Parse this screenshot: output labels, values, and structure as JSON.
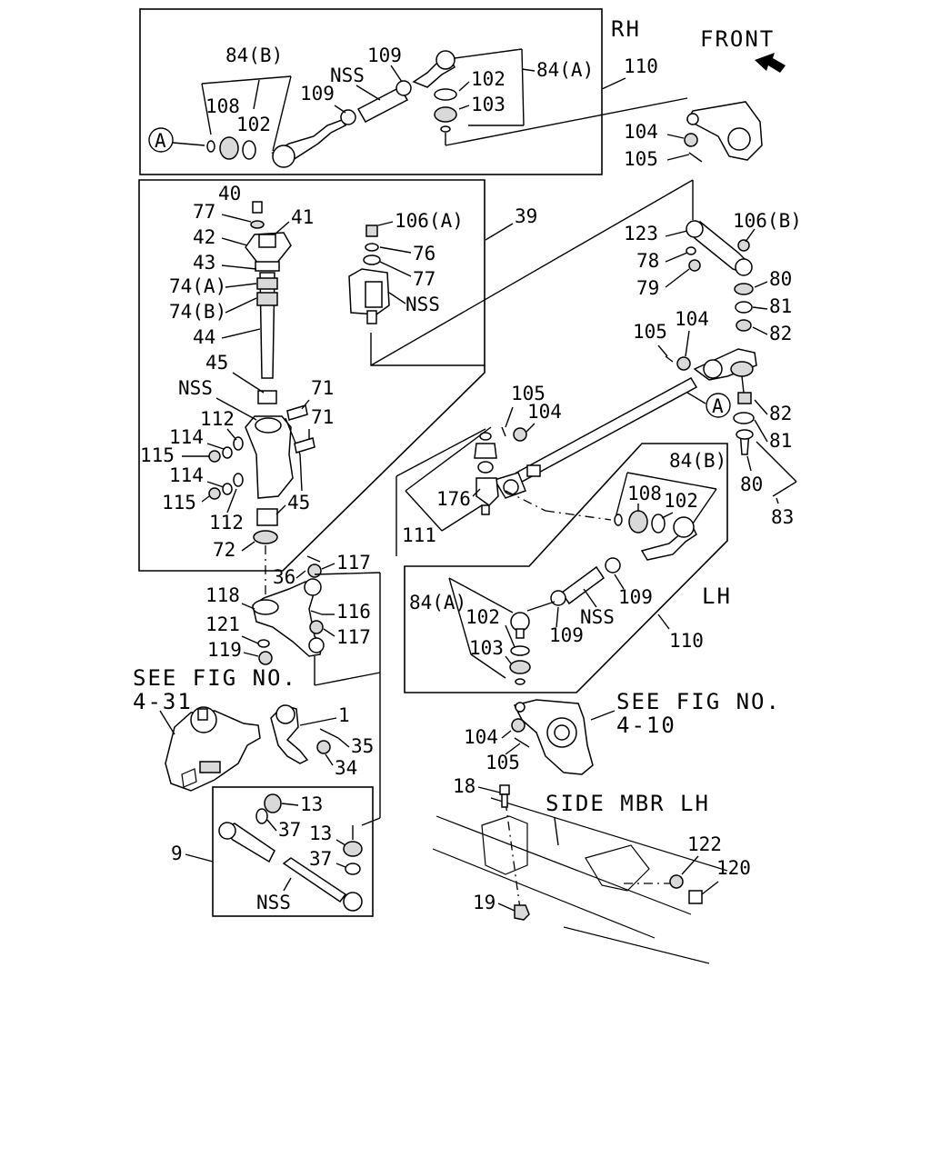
{
  "diagram": {
    "headings": {
      "rh": "RH",
      "lh": "LH",
      "front": "FRONT",
      "see_fig_1_line1": "SEE FIG NO.",
      "see_fig_1_line2": "4-31",
      "see_fig_2_line1": "SEE FIG NO.",
      "see_fig_2_line2": "4-10",
      "side_mbr": "SIDE MBR LH"
    },
    "callouts": {
      "rh_84b": "84(B)",
      "rh_108": "108",
      "rh_102a": "102",
      "rh_a": "A",
      "rh_nss": "NSS",
      "rh_109a": "109",
      "rh_109b": "109",
      "rh_102b": "102",
      "rh_84a": "84(A)",
      "rh_103": "103",
      "rh_110": "110",
      "c104a": "104",
      "c105a": "105",
      "c40": "40",
      "c77a": "77",
      "c41": "41",
      "c42": "42",
      "c43": "43",
      "c74a": "74(A)",
      "c74b": "74(B)",
      "c44": "44",
      "c45a": "45",
      "c_nss_col": "NSS",
      "c71a": "71",
      "c71b": "71",
      "c112a": "112",
      "c114a": "114",
      "c115a": "115",
      "c114b": "114",
      "c115b": "115",
      "c112b": "112",
      "c45b": "45",
      "c72": "72",
      "c106a": "106(A)",
      "c76": "76",
      "c77b": "77",
      "c_nss_br": "NSS",
      "c39": "39",
      "c123": "123",
      "c78": "78",
      "c79": "79",
      "c106b": "106(B)",
      "c80a": "80",
      "c81a": "81",
      "c82a": "82",
      "c105b": "105",
      "c104b": "104",
      "c_a2": "A",
      "c82b": "82",
      "c81b": "81",
      "c80b": "80",
      "c83": "83",
      "c105c": "105",
      "c104c": "104",
      "c176": "176",
      "c111": "111",
      "lh_84b": "84(B)",
      "lh_108": "108",
      "lh_102a": "102",
      "lh_84a": "84(A)",
      "lh_102b": "102",
      "lh_103": "103",
      "lh_109a": "109",
      "lh_nss": "NSS",
      "lh_109b": "109",
      "lh_110": "110",
      "c36": "36",
      "c117a": "117",
      "c118": "118",
      "c116": "116",
      "c121": "121",
      "c117b": "117",
      "c119": "119",
      "c1": "1",
      "c35": "35",
      "c34": "34",
      "c104d": "104",
      "c105d": "105",
      "c13a": "13",
      "c37a": "37",
      "c13b": "13",
      "c9": "9",
      "c37b": "37",
      "c_nss_9": "NSS",
      "c18": "18",
      "c19": "19",
      "c122": "122",
      "c120": "120"
    }
  }
}
